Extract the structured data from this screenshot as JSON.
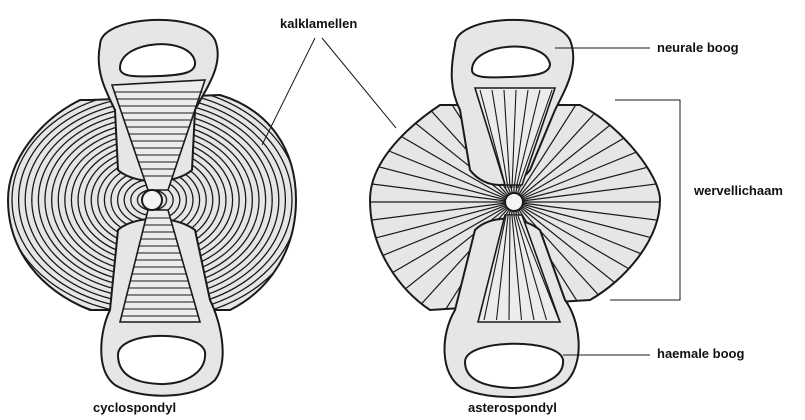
{
  "labels": {
    "lamellae": "kalklamellen",
    "neural_arch": "neurale boog",
    "vertebral_body": "wervellichaam",
    "haemal_arch": "haemale boog",
    "left_caption": "cyclospondyl",
    "right_caption": "asterospondyl"
  },
  "colors": {
    "fill": "#e6e6e6",
    "stroke": "#1a1a1a",
    "background": "#ffffff"
  }
}
